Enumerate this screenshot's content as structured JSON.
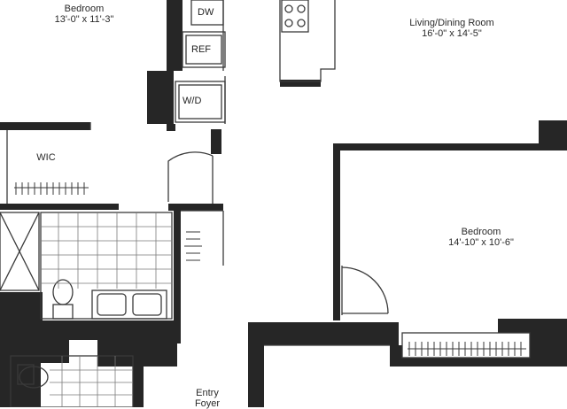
{
  "rooms": {
    "bedroom_top": {
      "name": "Bedroom",
      "dims": "13'-0\" x 11'-3\""
    },
    "living": {
      "name": "Living/Dining Room",
      "dims": "16'-0\" x 14'-5\""
    },
    "bedroom_right": {
      "name": "Bedroom",
      "dims": "14'-10\" x 10'-6\""
    },
    "wic": {
      "name": "WIC"
    },
    "entry": {
      "name": "Entry",
      "dims": "Foyer"
    }
  },
  "fixtures": {
    "dw": "DW",
    "ref": "REF",
    "wd": "W/D"
  },
  "colors": {
    "wall": "#262626",
    "line": "#3a3a3a",
    "background": "#ffffff"
  }
}
